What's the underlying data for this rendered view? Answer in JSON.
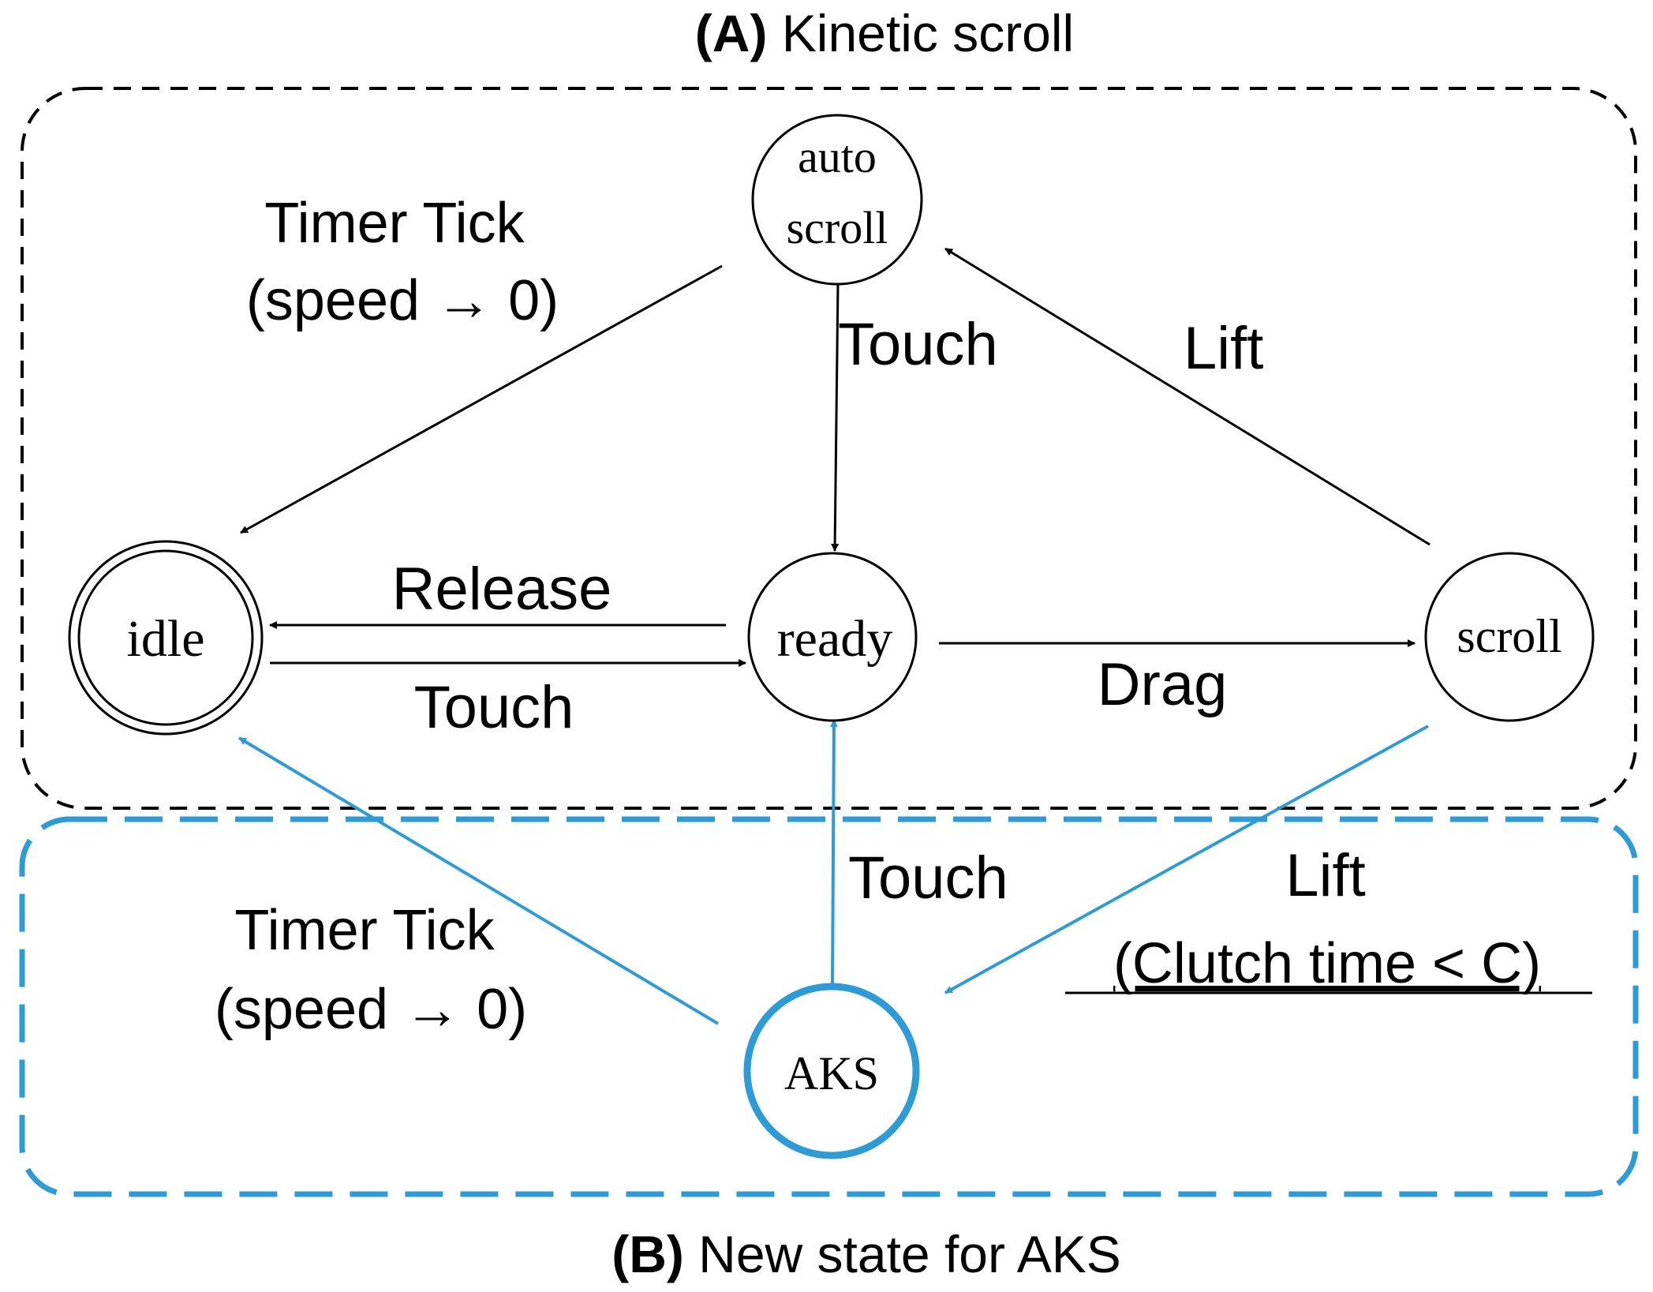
{
  "titles": {
    "a_prefix": "(A)",
    "a_text": " Kinetic scroll",
    "b_prefix": "(B)",
    "b_text": " New state for AKS"
  },
  "states": {
    "auto_line1": "auto",
    "auto_line2": "scroll",
    "idle": "idle",
    "ready": "ready",
    "scroll": "scroll",
    "aks": "AKS"
  },
  "edges": {
    "timer_tick_a_line1": "Timer Tick",
    "timer_tick_a_line2": "(speed → 0)",
    "touch_auto_ready": "Touch",
    "lift_scroll_auto": "Lift",
    "release": "Release",
    "touch_idle_ready": "Touch",
    "drag": "Drag",
    "touch_aks_ready": "Touch",
    "timer_tick_b_line1": "Timer Tick",
    "timer_tick_b_line2": "(speed → 0)",
    "lift_aks_line1": "Lift",
    "lift_aks_line2": "(Clutch time < C)"
  },
  "colors": {
    "black": "#000000",
    "blue": "#2f9bd6"
  }
}
